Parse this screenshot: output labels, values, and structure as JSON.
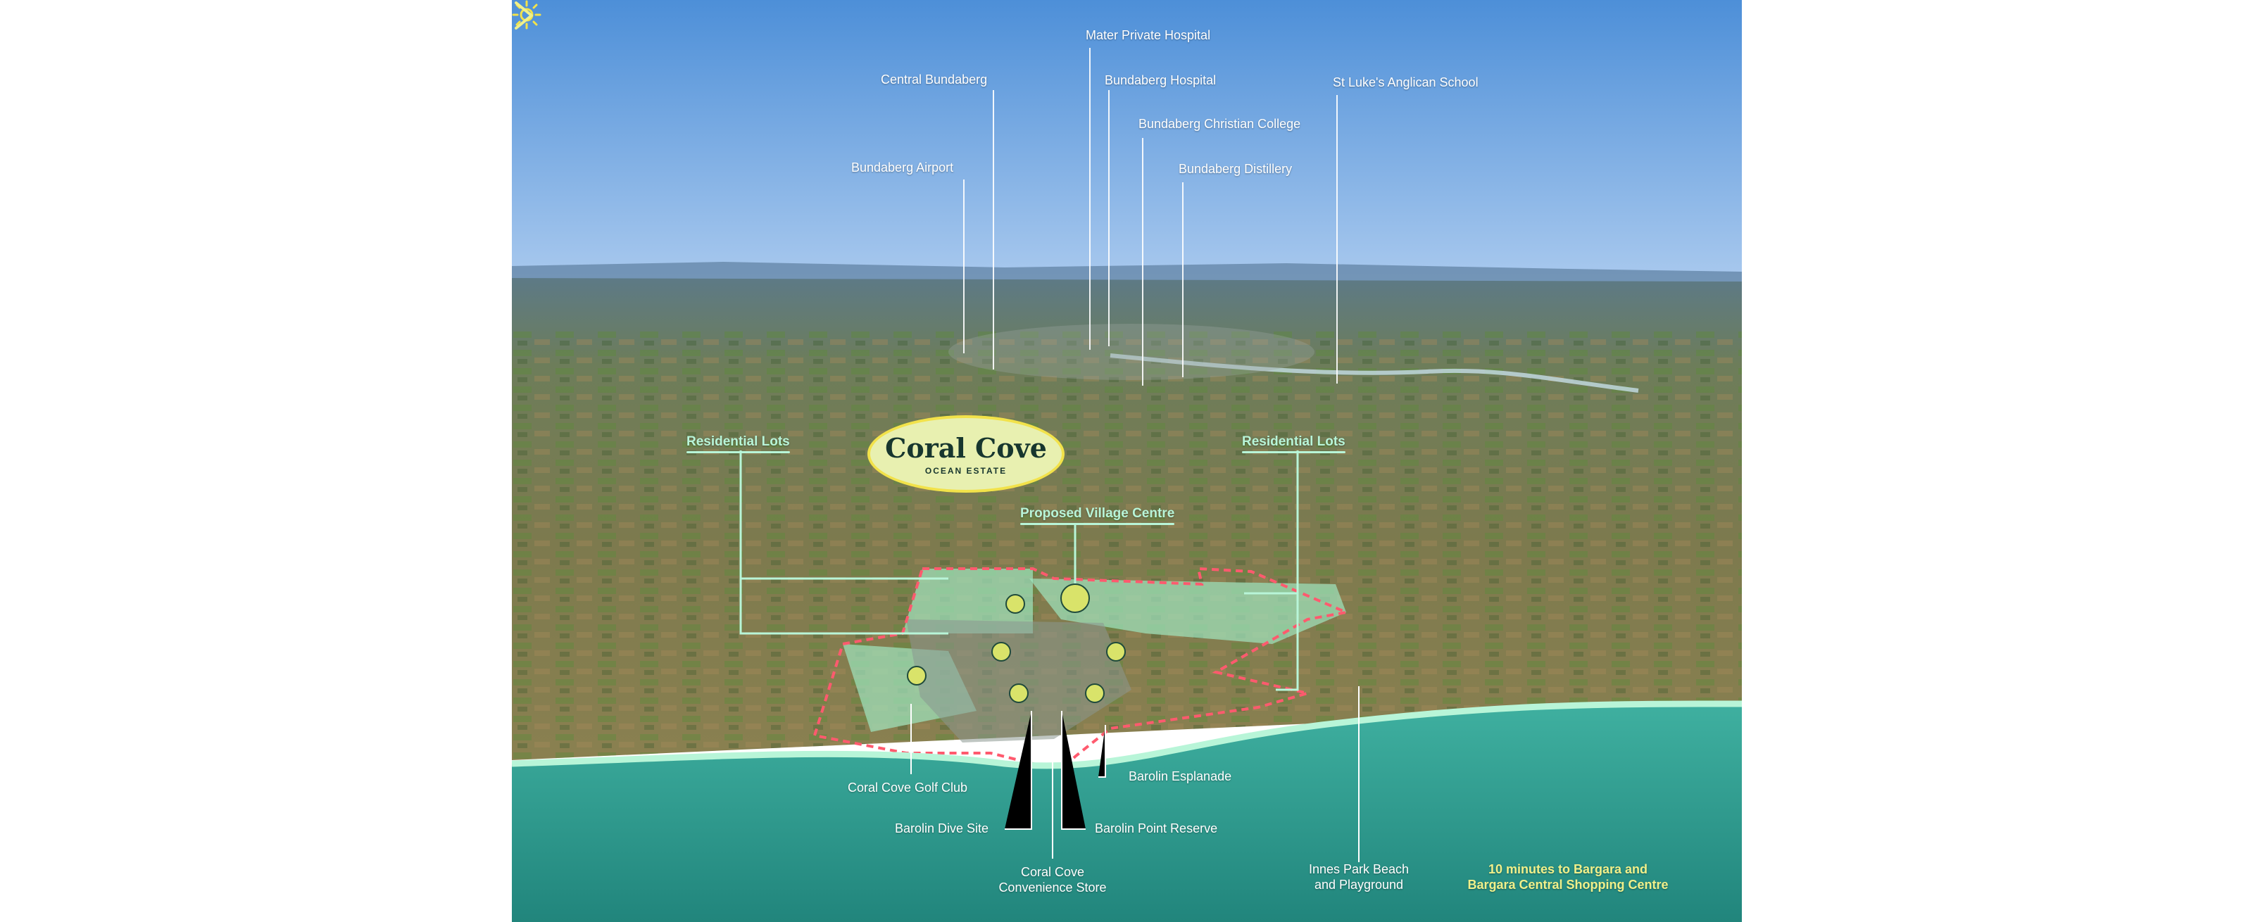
{
  "map": {
    "top_labels": [
      {
        "name": "mater-private-hospital",
        "text": "Mater Private Hospital"
      },
      {
        "name": "central-bundaberg",
        "text": "Central Bundaberg"
      },
      {
        "name": "bundaberg-hospital",
        "text": "Bundaberg Hospital"
      },
      {
        "name": "st-lukes-anglican-school",
        "text": "St Luke's Anglican School"
      },
      {
        "name": "bundaberg-christian-college",
        "text": "Bundaberg Christian College"
      },
      {
        "name": "bundaberg-airport",
        "text": "Bundaberg Airport"
      },
      {
        "name": "bundaberg-distillery",
        "text": "Bundaberg Distillery"
      }
    ],
    "zones": {
      "residential_left": "Residential Lots",
      "residential_right": "Residential Lots",
      "village_centre": "Proposed Village Centre"
    },
    "logo": {
      "title": "Coral Cove",
      "subtitle": "OCEAN ESTATE"
    },
    "bottom_labels": {
      "golf_club": "Coral Cove Golf Club",
      "barolin_esplanade": "Barolin Esplanade",
      "barolin_dive_site": "Barolin Dive Site",
      "barolin_point_reserve": "Barolin Point Reserve",
      "convenience_store_line1": "Coral Cove",
      "convenience_store_line2": "Convenience Store",
      "innes_park_line1": "Innes Park Beach",
      "innes_park_line2": "and Playground"
    },
    "callout": {
      "line1": "10 minutes to Bargara and",
      "line2": "Bargara Central Shopping Centre",
      "icon": "chevron-right-icon"
    },
    "colors": {
      "sky_top": "#4d8fd8",
      "sky_horizon": "#a9c9ee",
      "land": "#7a7a4e",
      "ocean": "#2f9a8e",
      "estate_fill": "#9fe6bf",
      "boundary": "#ff5a6e",
      "label_green": "#b8f5d8",
      "logo_ring": "#f2e24a",
      "callout_yellow": "#f0f08a"
    }
  }
}
